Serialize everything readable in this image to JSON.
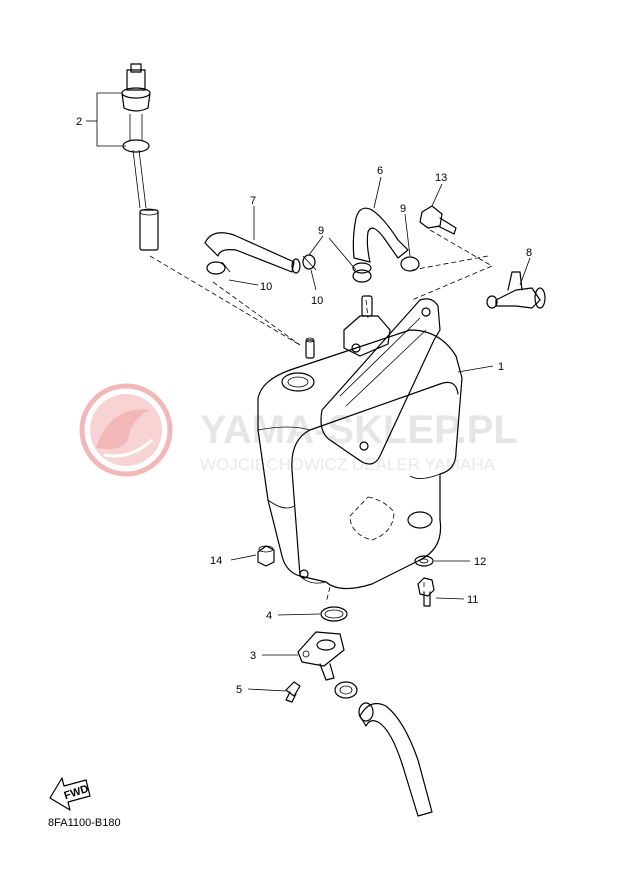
{
  "watermark": {
    "title": "YAMA-SKLEP.PL",
    "subtitle": "WOJCIECHOWICZ DEALER YAMAHA",
    "logo_color": "#f2b8b8"
  },
  "diagram_code": "8FA1100-B180",
  "fwd_label": "FWD",
  "callouts": {
    "c1": "1",
    "c2": "2",
    "c3": "3",
    "c4": "4",
    "c5": "5",
    "c6": "6",
    "c7": "7",
    "c8": "8",
    "c9a": "9",
    "c9b": "9",
    "c10a": "10",
    "c10b": "10",
    "c11": "11",
    "c12": "12",
    "c13": "13",
    "c14": "14"
  }
}
